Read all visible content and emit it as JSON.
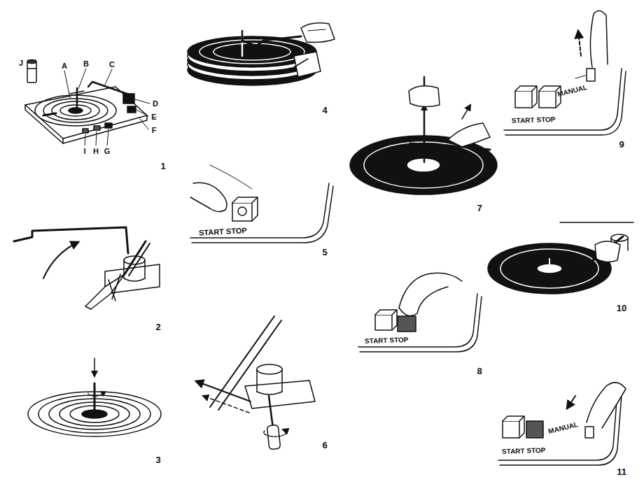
{
  "diagram": {
    "labels": [
      "J",
      "A",
      "B",
      "C",
      "D",
      "E",
      "F",
      "I",
      "H",
      "G",
      "1",
      "2",
      "3",
      "4",
      "START STOP",
      "5",
      "6",
      "7",
      "START STOP",
      "8",
      "MANUAL",
      "START STOP",
      "9",
      "10",
      "MANUAL",
      "START STOP",
      "11"
    ]
  }
}
